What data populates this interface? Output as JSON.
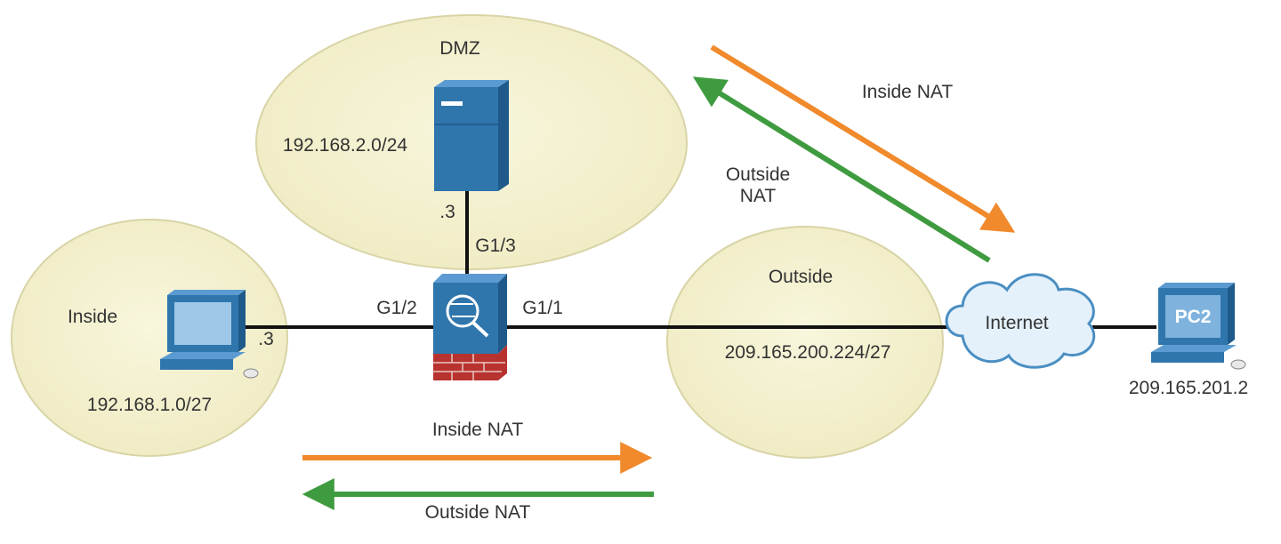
{
  "zones": {
    "dmz": {
      "label": "DMZ",
      "subnet": "192.168.2.0/24",
      "host": ".3"
    },
    "inside": {
      "label": "Inside",
      "subnet": "192.168.1.0/27",
      "host": ".3"
    },
    "outside": {
      "label": "Outside",
      "subnet": "209.165.200.224/27"
    }
  },
  "interfaces": {
    "g13": "G1/3",
    "g12": "G1/2",
    "g11": "G1/1"
  },
  "internet": {
    "label": "Internet"
  },
  "pc2": {
    "label": "PC2",
    "address": "209.165.201.2"
  },
  "flows": {
    "top_inside": "Inside NAT",
    "top_outside_line1": "Outside",
    "top_outside_line2": "NAT",
    "bottom_inside": "Inside NAT",
    "bottom_outside": "Outside NAT"
  },
  "colors": {
    "zone_fill": "#f4f1cf",
    "device_blue": "#2f76ac",
    "inside_nat": "#f08a2c",
    "outside_nat": "#3f9b3f",
    "link": "#111111"
  }
}
